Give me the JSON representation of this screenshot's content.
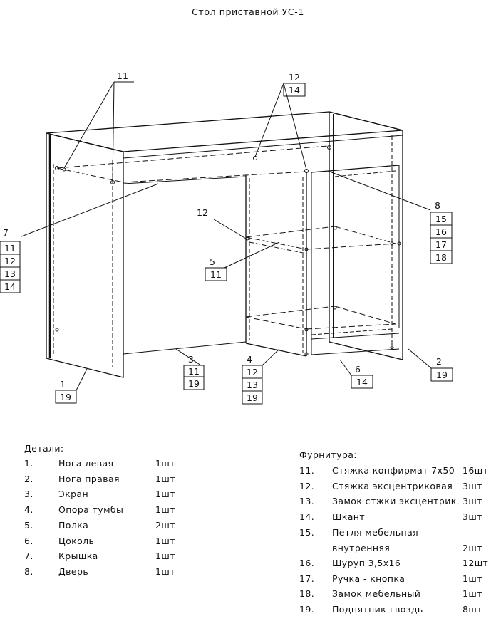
{
  "title": "Стол приставной УС-1",
  "details": {
    "heading": "Детали:",
    "items": [
      {
        "num": "1.",
        "name": "Нога левая",
        "qty": "1шт"
      },
      {
        "num": "2.",
        "name": "Нога правая",
        "qty": "1шт"
      },
      {
        "num": "3.",
        "name": "Экран",
        "qty": "1шт"
      },
      {
        "num": "4.",
        "name": "Опора тумбы",
        "qty": "1шт"
      },
      {
        "num": "5.",
        "name": "Полка",
        "qty": "2шт"
      },
      {
        "num": "6.",
        "name": "Цоколь",
        "qty": "1шт"
      },
      {
        "num": "7.",
        "name": "Крышка",
        "qty": "1шт"
      },
      {
        "num": "8.",
        "name": "Дверь",
        "qty": "1шт"
      }
    ]
  },
  "hardware": {
    "heading": "Фурнитура:",
    "items": [
      {
        "num": "11.",
        "name": "Стяжка конфирмат 7х50",
        "qty": "16шт"
      },
      {
        "num": "12.",
        "name": "Стяжка эксцентриковая",
        "qty": "3шт"
      },
      {
        "num": "13.",
        "name": "Замок стжки эксцентрик.",
        "qty": "3шт"
      },
      {
        "num": "14.",
        "name": "Шкант",
        "qty": "3шт"
      },
      {
        "num": "15.",
        "name": "Петля мебельная",
        "qty": ""
      },
      {
        "num": "",
        "name": "внутренняя",
        "qty": "2шт"
      },
      {
        "num": "16.",
        "name": "Шуруп 3,5х16",
        "qty": "12шт"
      },
      {
        "num": "17.",
        "name": "Ручка - кнопка",
        "qty": "1шт"
      },
      {
        "num": "18.",
        "name": "Замок мебельный",
        "qty": "1шт"
      },
      {
        "num": "19.",
        "name": "Подпятник-гвоздь",
        "qty": "8шт"
      }
    ]
  },
  "callouts": {
    "c11_top": [
      "11"
    ],
    "c12_14_top": [
      "12",
      "14"
    ],
    "c7": [
      "7",
      "11",
      "12",
      "13",
      "14"
    ],
    "c8": [
      "8",
      "15",
      "16",
      "17",
      "18"
    ],
    "c12_mid": [
      "12"
    ],
    "c5": [
      "5",
      "11"
    ],
    "c3": [
      "3",
      "11",
      "19"
    ],
    "c4": [
      "4",
      "12",
      "13",
      "19"
    ],
    "c6": [
      "6",
      "14"
    ],
    "c2": [
      "2",
      "19"
    ],
    "c1": [
      "1",
      "19"
    ]
  }
}
